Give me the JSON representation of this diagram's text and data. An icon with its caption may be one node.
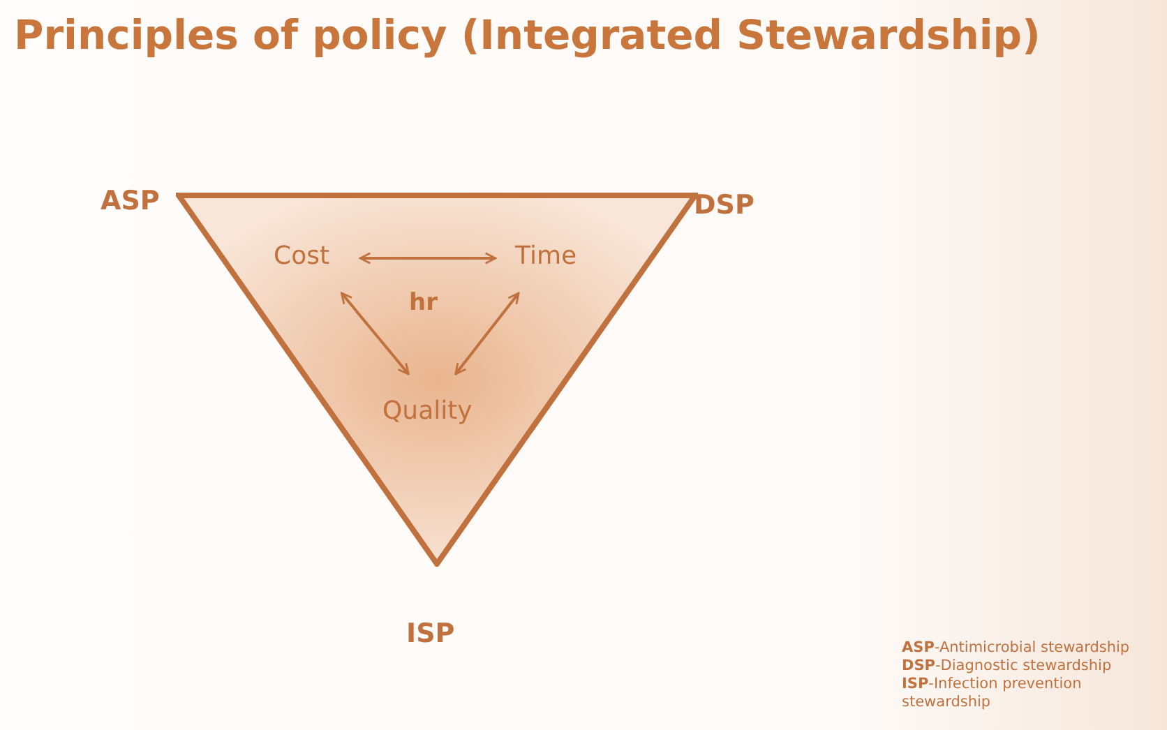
{
  "diagram": {
    "title": "Principles of policy (Integrated Stewardship)",
    "nodes": [
      {
        "text": [],
        "shape": "triangle"
      },
      {
        "text": [
          "Cost"
        ],
        "in": 0
      },
      {
        "text": [
          "Time"
        ],
        "in": 0
      },
      {
        "text": [
          "Quality"
        ],
        "in": 0
      }
    ],
    "edges": [
      {
        "from": 1,
        "to": 2,
        "arrow": "both"
      },
      {
        "from": 1,
        "to": 3,
        "arrow": "both"
      },
      {
        "from": 2,
        "to": 3,
        "arrow": "both"
      }
    ],
    "labels": [
      "ASP",
      "DSP",
      "ISP",
      "hr",
      "**ASP**-Antimicrobial stewardship",
      "**DSP**-Diagnostic stewardship",
      "**ISP**-Infection prevention stewardship"
    ]
  }
}
